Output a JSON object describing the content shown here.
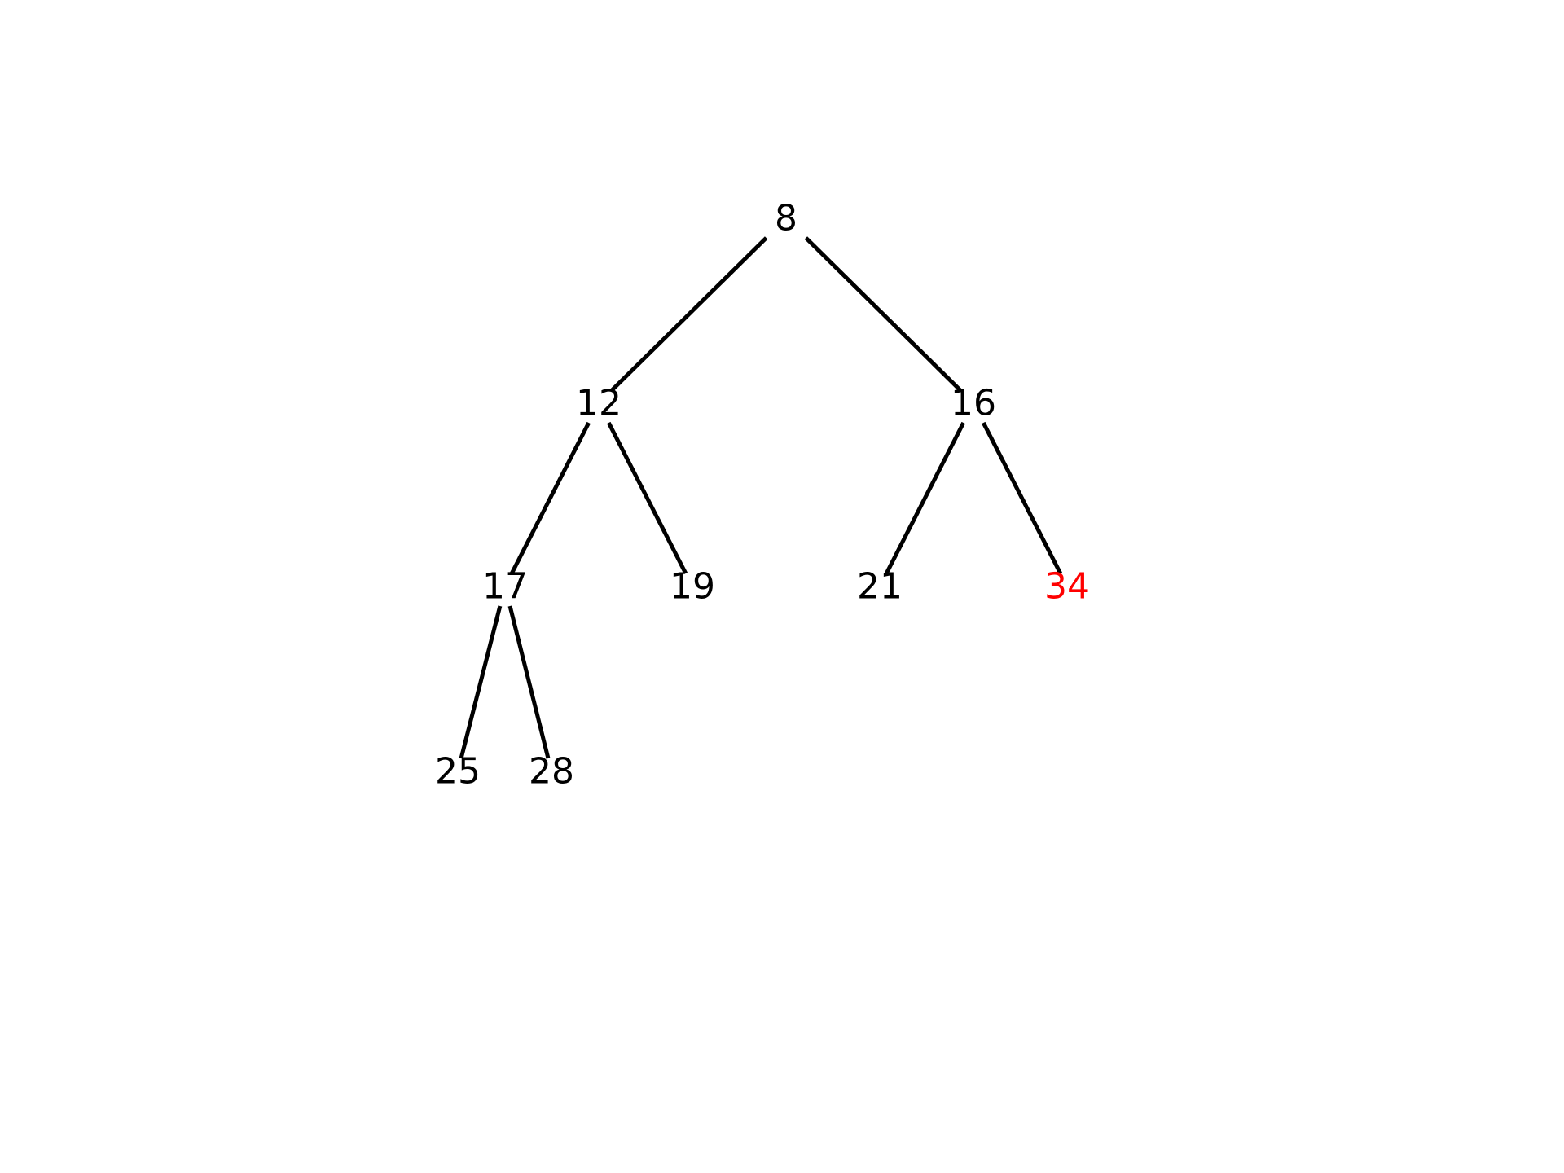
{
  "tree": {
    "nodes": [
      {
        "id": "n8",
        "label": "8",
        "color": "#000000"
      },
      {
        "id": "n12",
        "label": "12",
        "color": "#000000"
      },
      {
        "id": "n16",
        "label": "16",
        "color": "#000000"
      },
      {
        "id": "n17",
        "label": "17",
        "color": "#000000"
      },
      {
        "id": "n19",
        "label": "19",
        "color": "#000000"
      },
      {
        "id": "n21",
        "label": "21",
        "color": "#000000"
      },
      {
        "id": "n34",
        "label": "34",
        "color": "#ff0000"
      },
      {
        "id": "n25",
        "label": "25",
        "color": "#000000"
      },
      {
        "id": "n28",
        "label": "28",
        "color": "#000000"
      }
    ],
    "edges": [
      {
        "from": "n8",
        "to": "n12"
      },
      {
        "from": "n8",
        "to": "n16"
      },
      {
        "from": "n12",
        "to": "n17"
      },
      {
        "from": "n12",
        "to": "n19"
      },
      {
        "from": "n16",
        "to": "n21"
      },
      {
        "from": "n16",
        "to": "n34"
      },
      {
        "from": "n17",
        "to": "n25"
      },
      {
        "from": "n17",
        "to": "n28"
      }
    ],
    "highlight_color": "#ff0000",
    "edge_color": "#000000"
  }
}
